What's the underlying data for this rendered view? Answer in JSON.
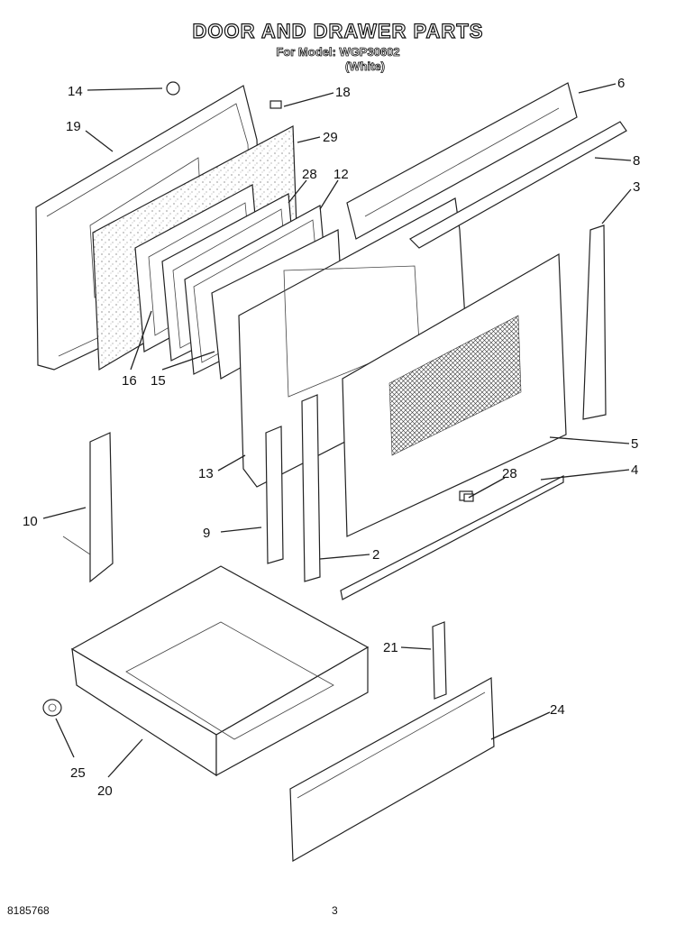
{
  "header": {
    "title": "DOOR AND DRAWER PARTS",
    "model": "For Model: WGP30602",
    "variant": "(White)"
  },
  "footer": {
    "doc_number": "8185768",
    "page": "3"
  },
  "callouts": [
    "14",
    "19",
    "18",
    "29",
    "28",
    "12",
    "16",
    "15",
    "6",
    "8",
    "3",
    "13",
    "5",
    "4",
    "28",
    "10",
    "9",
    "2",
    "21",
    "24",
    "25",
    "20"
  ]
}
